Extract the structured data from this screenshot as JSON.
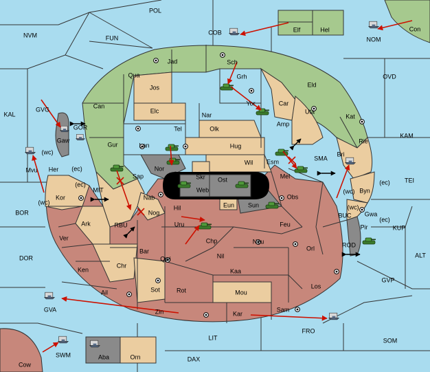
{
  "colors": {
    "sea": "#a9dcef",
    "green": "#a6c98e",
    "tan": "#ebcda0",
    "red": "#c7877b",
    "gray": "#8a8a8a",
    "order": "#cc1100",
    "unit_army": "#3b7a2b",
    "unit_fleet": "#5a6f8a"
  },
  "sea_regions": {
    "POL": "POL",
    "COB": "COB",
    "NVM": "NVM",
    "FUN": "FUN",
    "NOM": "NOM",
    "OVD": "OVD",
    "KAL": "KAL",
    "GVG": "GVG",
    "GOR": "GOR",
    "KAM": "KAM",
    "SMA": "SMA",
    "TEI": "TEI",
    "MIT": "MIT",
    "BOR": "BOR",
    "RBU": "RBU",
    "BUC": "BUC",
    "KUP": "KUP",
    "ALT": "ALT",
    "DOR": "DOR",
    "ROD": "ROD",
    "GVP": "GVP",
    "GVA": "GVA",
    "FRO": "FRO",
    "SOM": "SOM",
    "LIT": "LIT",
    "SWM": "SWM",
    "DAX": "DAX"
  },
  "provinces": {
    "Jad": "Jad",
    "Sch": "Sch",
    "Qua": "Qua",
    "Grh": "Grh",
    "Jos": "Jos",
    "Eld": "Eld",
    "Can": "Can",
    "Yor": "Yor",
    "Car": "Car",
    "Elc": "Elc",
    "Nar": "Nar",
    "Uta": "Uta",
    "Kat": "Kat",
    "Gur": "Gur",
    "Tel": "Tel",
    "Olk": "Olk",
    "Amp": "Amp",
    "Rie": "Rie",
    "Lan": "Lan",
    "Hug": "Hug",
    "Bri": "Bri",
    "Nor": "Nor",
    "Wil": "Wil",
    "Esm": "Esm",
    "Sap": "Sap",
    "Skr": "Skr",
    "Ost": "Ost",
    "Mel": "Mel",
    "Her": "Her",
    "Web": "Web",
    "Byn": "Byn",
    "Kor": "Kor",
    "Nab": "Nab",
    "Eun": "Eun",
    "Sun": "Sun",
    "Obs": "Obs",
    "Gwa": "Gwa",
    "Hil": "Hil",
    "Nog": "Nog",
    "Ark": "Ark",
    "Uru": "Uru",
    "Feu": "Feu",
    "Pir": "Pir",
    "Ver": "Ver",
    "Chp": "Chp",
    "Bar": "Bar",
    "Neu": "Neu",
    "Orl": "Orl",
    "Qwi": "Qwi",
    "Nil": "Nil",
    "Ken": "Ken",
    "Chr": "Chr",
    "Kaa": "Kaa",
    "Sot": "Sot",
    "Rot": "Rot",
    "Los": "Los",
    "Ail": "Ail",
    "Mou": "Mou",
    "Zin": "Zin",
    "Kar": "Kar",
    "Sam": "Sam",
    "Gaw": "Gaw",
    "Mvu": "Mvu",
    "Elf": "Elf",
    "Hel": "Hel",
    "Con": "Con",
    "Aba": "Aba",
    "Orn": "Orn",
    "Cow": "Cow"
  },
  "coast_tags": {
    "wc": "(wc)",
    "ec": "(ec)"
  }
}
